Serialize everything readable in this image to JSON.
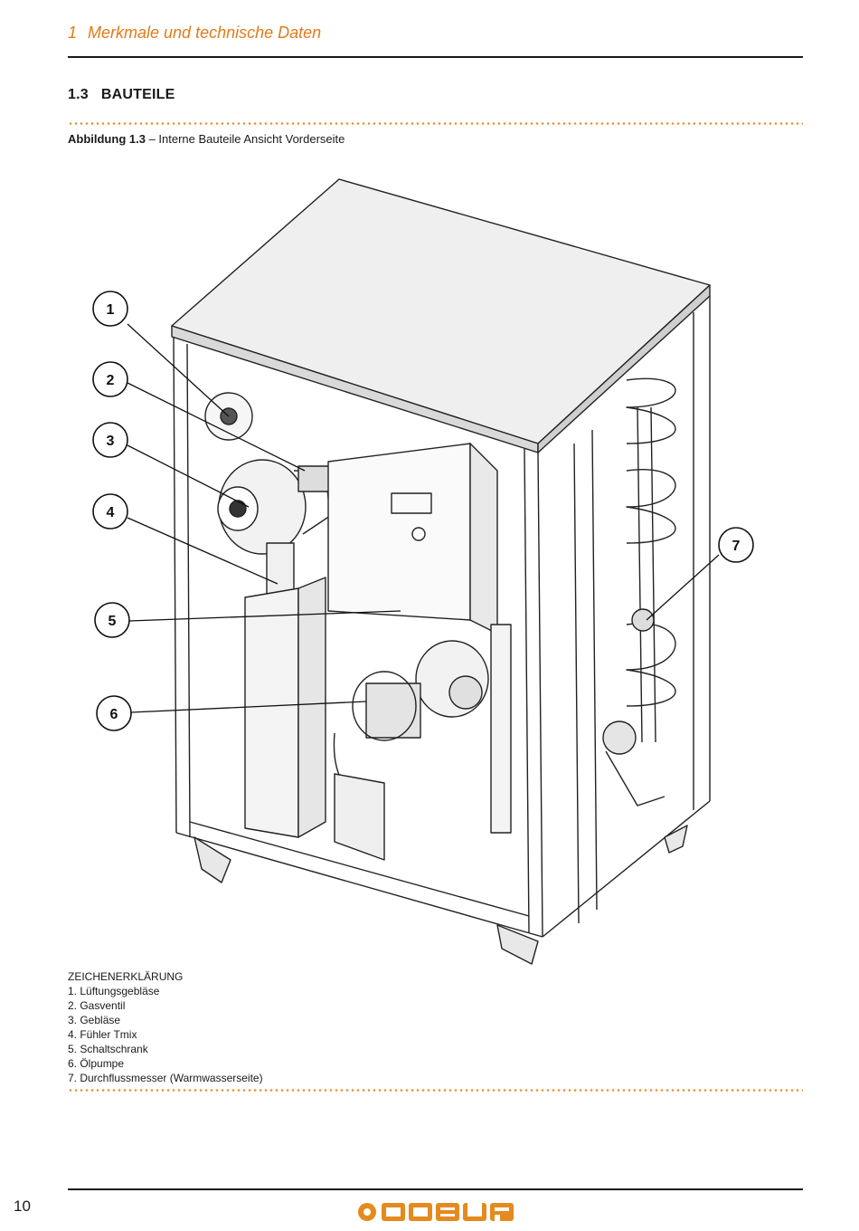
{
  "header": {
    "chapter_number": "1",
    "chapter_title": "Merkmale und technische Daten"
  },
  "section": {
    "number": "1.3",
    "title": "BAUTEILE"
  },
  "figure": {
    "label": "Abbildung 1.3",
    "separator": " – ",
    "caption": "Interne Bauteile Ansicht Vorderseite",
    "callouts": [
      "1",
      "2",
      "3",
      "4",
      "5",
      "6",
      "7"
    ]
  },
  "legend": {
    "title": "ZEICHENERKLÄRUNG",
    "items": [
      "1. Lüftungsgebläse",
      "2. Gasventil",
      "3. Gebläse",
      "4. Fühler Tmix",
      "5. Schaltschrank",
      "6. Ölpumpe",
      "7. Durchflussmesser (Warmwasserseite)"
    ]
  },
  "footer": {
    "page_number": "10",
    "logo_text": "ROBUR"
  },
  "colors": {
    "accent": "#e07b1a",
    "rule": "#1a1a1a"
  }
}
